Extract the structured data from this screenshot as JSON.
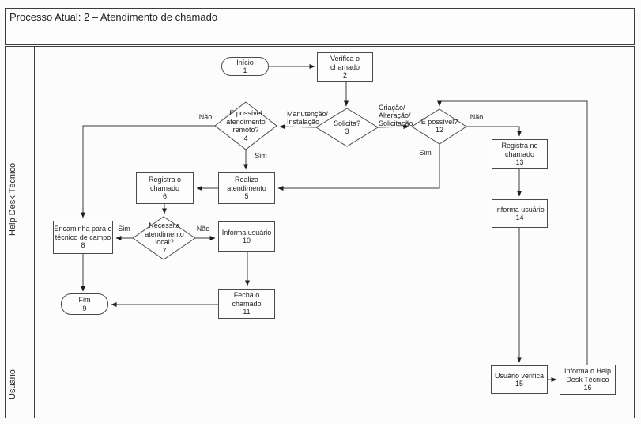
{
  "title": "Processo Atual: 2 – Atendimento de chamado",
  "lanes": [
    {
      "label": "Help Desk Técnico"
    },
    {
      "label": "Usuário"
    }
  ],
  "nodes": [
    {
      "type": "start",
      "label": "Início",
      "num": "1"
    },
    {
      "type": "process",
      "label": "Verifica o\nchamado",
      "num": "2"
    },
    {
      "type": "decision",
      "label": "Solicita?",
      "num": "3"
    },
    {
      "type": "decision",
      "label": "É possível\natendimento\nremoto?",
      "num": "4"
    },
    {
      "type": "process",
      "label": "Realiza\natendimento",
      "num": "5"
    },
    {
      "type": "process",
      "label": "Registra o\nchamado",
      "num": "6"
    },
    {
      "type": "decision",
      "label": "Necessita\natendimento\nlocal?",
      "num": "7"
    },
    {
      "type": "process",
      "label": "Encaminha para o\ntécnico de campo",
      "num": "8"
    },
    {
      "type": "end",
      "label": "Fim",
      "num": "9"
    },
    {
      "type": "process",
      "label": "Informa usuário",
      "num": "10"
    },
    {
      "type": "process",
      "label": "Fecha o chamado",
      "num": "11"
    },
    {
      "type": "decision",
      "label": "É possível?",
      "num": "12"
    },
    {
      "type": "process",
      "label": "Registra no\nchamado",
      "num": "13"
    },
    {
      "type": "process",
      "label": "Informa usuário",
      "num": "14"
    },
    {
      "type": "process",
      "label": "Usuário verifica",
      "num": "15"
    },
    {
      "type": "process",
      "label": "Informa o Help\nDesk Técnico",
      "num": "16"
    }
  ],
  "edge_labels": {
    "nao_remoto": "Não",
    "manutencao": "Manutenção/\nInstalação",
    "criacao": "Criação/\nAlteração/\nSolicitação",
    "nao_possivel": "Não",
    "sim_possivel": "Sim",
    "sim_remoto": "Sim",
    "sim_local": "Sim",
    "nao_local": "Não"
  },
  "colors": {
    "line": "#3c3c3c",
    "node_border": "#4a4a4a",
    "node_fill": "#fdfdfd",
    "background": "#fbfbfb"
  }
}
